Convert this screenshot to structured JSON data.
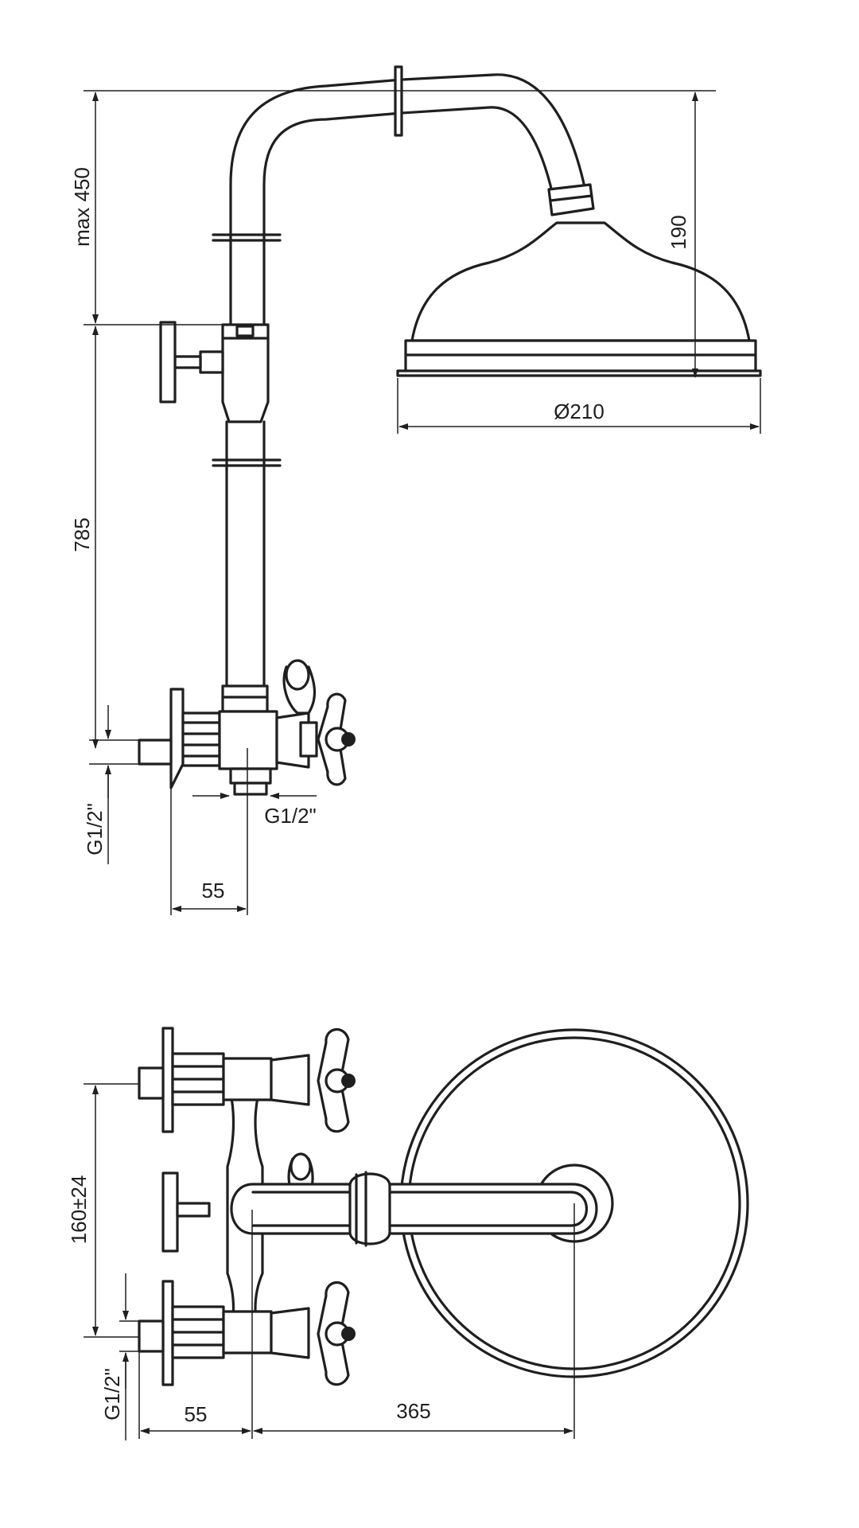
{
  "diagram": {
    "line_color": "#1f1f1f",
    "background": "#ffffff",
    "dimensions": {
      "arm_reach_max": "max 450",
      "head_drop": "190",
      "head_diameter": "Ø210",
      "riser_height": "785",
      "inlet_thread_side": "G1/2\"",
      "outlet_thread_side": "G1/2\"",
      "wall_offset_side": "55",
      "inlet_spacing": "160±24",
      "inlet_thread_top": "G1/2\"",
      "wall_offset_top": "55",
      "arm_projection": "365"
    }
  }
}
